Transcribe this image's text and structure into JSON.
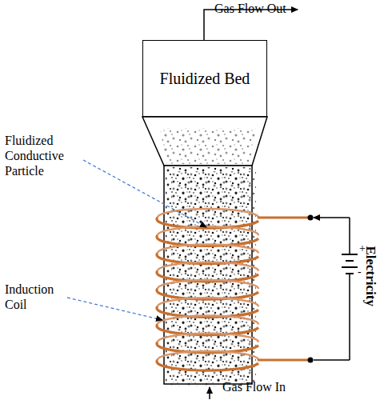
{
  "diagram": {
    "nodes": [
      {
        "text": [
          "Fluidized Bed"
        ]
      }
    ],
    "labels": [
      "Gas Flow Out",
      "Fluidized Conductive Particle",
      "Induction Coil",
      "Electricity",
      "Gas Flow In",
      "+",
      "-"
    ]
  }
}
